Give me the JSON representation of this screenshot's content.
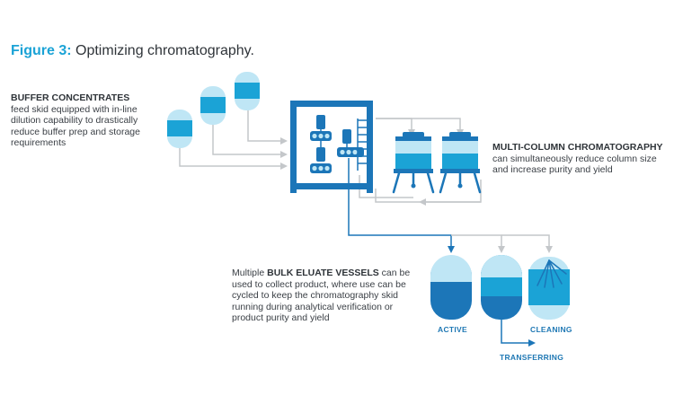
{
  "figure": {
    "label": "Figure 3:",
    "title": "Optimizing chromatography."
  },
  "buffer": {
    "heading": "BUFFER CONCENTRATES",
    "line1": "feed skid equipped with in-line",
    "line2": "dilution capability to drastically",
    "line3": "reduce buffer prep and storage",
    "line4": "requirements"
  },
  "multicolumn": {
    "heading": "MULTI-COLUMN CHROMATOGRAPHY",
    "line1": "can simultaneously reduce column size",
    "line2": "and increase purity and yield"
  },
  "bulk": {
    "pre": "Multiple ",
    "bold": "BULK ELUATE VESSELS",
    "post": " can be",
    "line2": "used to collect product, where use can be",
    "line3": "cycled to keep the chromatography skid",
    "line4": "running during analytical verification or",
    "line5": "product purity and yield"
  },
  "vessel_labels": {
    "active": "ACTIVE",
    "cleaning": "CLEANING",
    "transferring": "TRANSFERRING"
  },
  "colors": {
    "dark_blue": "#1c76b8",
    "mid_blue": "#1ba3d6",
    "light_blue": "#bfe6f5",
    "line_gray": "#c4c7ca",
    "text": "#3a3f45"
  }
}
